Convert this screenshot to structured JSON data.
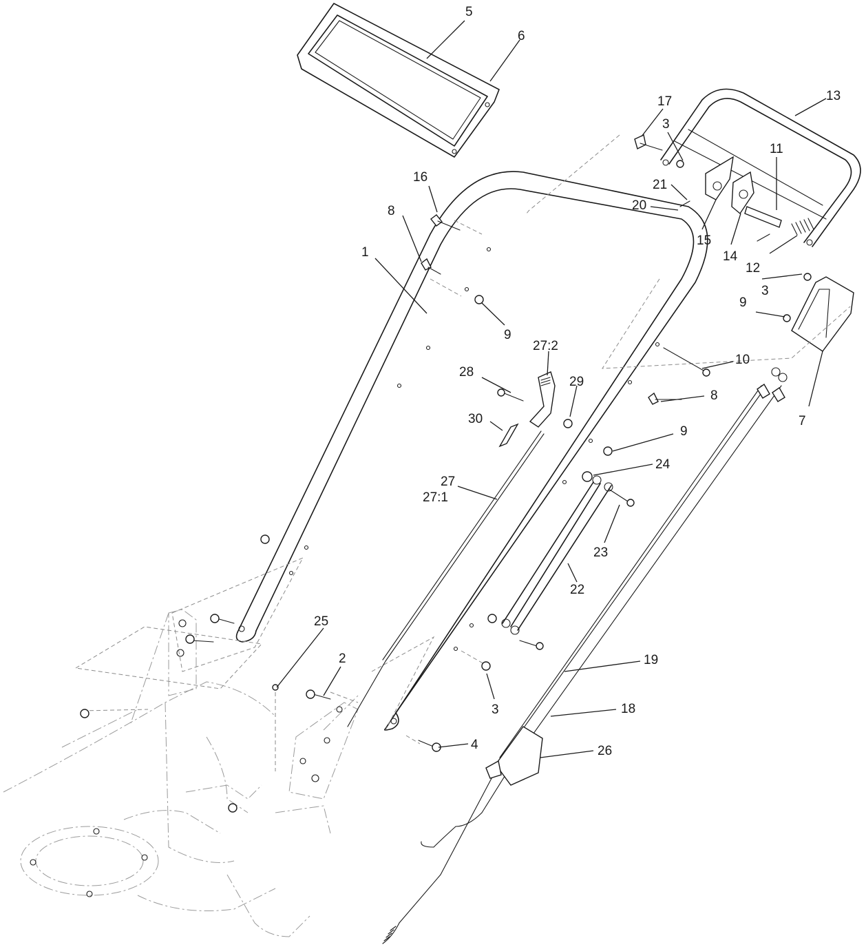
{
  "diagram": {
    "callouts": [
      {
        "id": "c1",
        "text": "1"
      },
      {
        "id": "c2",
        "text": "2"
      },
      {
        "id": "c3a",
        "text": "3"
      },
      {
        "id": "c3b",
        "text": "3"
      },
      {
        "id": "c3c",
        "text": "3"
      },
      {
        "id": "c4",
        "text": "4"
      },
      {
        "id": "c5",
        "text": "5"
      },
      {
        "id": "c6",
        "text": "6"
      },
      {
        "id": "c7",
        "text": "7"
      },
      {
        "id": "c8a",
        "text": "8"
      },
      {
        "id": "c8b",
        "text": "8"
      },
      {
        "id": "c9a",
        "text": "9"
      },
      {
        "id": "c9b",
        "text": "9"
      },
      {
        "id": "c9c",
        "text": "9"
      },
      {
        "id": "c10",
        "text": "10"
      },
      {
        "id": "c11",
        "text": "11"
      },
      {
        "id": "c12",
        "text": "12"
      },
      {
        "id": "c13",
        "text": "13"
      },
      {
        "id": "c14",
        "text": "14"
      },
      {
        "id": "c15",
        "text": "15"
      },
      {
        "id": "c16",
        "text": "16"
      },
      {
        "id": "c17",
        "text": "17"
      },
      {
        "id": "c18",
        "text": "18"
      },
      {
        "id": "c19",
        "text": "19"
      },
      {
        "id": "c20",
        "text": "20"
      },
      {
        "id": "c21",
        "text": "21"
      },
      {
        "id": "c22",
        "text": "22"
      },
      {
        "id": "c23",
        "text": "23"
      },
      {
        "id": "c24",
        "text": "24"
      },
      {
        "id": "c25",
        "text": "25"
      },
      {
        "id": "c26",
        "text": "26"
      },
      {
        "id": "c27",
        "text": "27"
      },
      {
        "id": "c27_1",
        "text": "27:1"
      },
      {
        "id": "c27_2",
        "text": "27:2"
      },
      {
        "id": "c28",
        "text": "28"
      },
      {
        "id": "c29",
        "text": "29"
      },
      {
        "id": "c30",
        "text": "30"
      }
    ]
  }
}
